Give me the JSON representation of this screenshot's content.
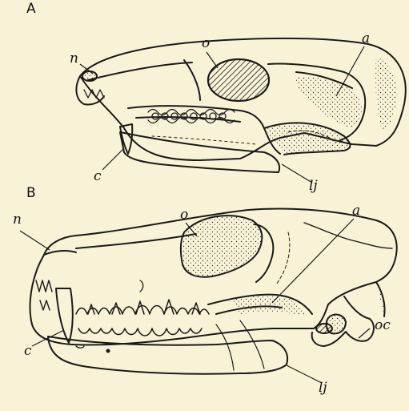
{
  "panels": [
    {
      "id": "A",
      "labels": {
        "nasal": "n",
        "orbit": "o",
        "arch": "a",
        "canine": "c",
        "jaw": "lj"
      }
    },
    {
      "id": "B",
      "labels": {
        "nasal": "n",
        "orbit": "o",
        "arch": "a",
        "canine": "c",
        "jaw": "lj",
        "occipital": "oc"
      }
    }
  ],
  "colors": {
    "background": "#f8f3d6",
    "ink": "#1a1a1a"
  }
}
